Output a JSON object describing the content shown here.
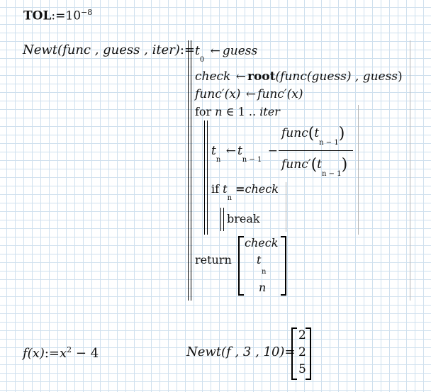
{
  "tol": {
    "name": "TOL",
    "assign": ":=",
    "base": "10",
    "exp": "−8"
  },
  "newt": {
    "lhs_name": "Newt",
    "lhs_args": "(func , guess , iter)",
    "assign": ":=",
    "l1": {
      "var": "t",
      "sub": "0",
      "arrow": "←",
      "rhs": "guess"
    },
    "l2": {
      "var": "check",
      "arrow": "←",
      "fn": "root",
      "args_1": "(func(guess) , ",
      "args_2": "guess",
      "args_3": ")"
    },
    "l3": {
      "lhs": "func′(x)",
      "arrow": "←",
      "rhs": "func′(x)"
    },
    "l4": {
      "kw": "for",
      "var": "n",
      "op": "∈",
      "range_start": "1",
      "dots": "..",
      "range_end": "iter"
    },
    "l5": {
      "var": "t",
      "sub": "n",
      "arrow": "←",
      "t": "t",
      "sub2": "n − 1",
      "minus": "−",
      "num_fn": "func",
      "num_open": "(",
      "num_t": "t",
      "num_sub": "n − 1",
      "num_close": ")",
      "den_fn": "func′",
      "den_open": "(",
      "den_t": "t",
      "den_sub": "n − 1",
      "den_close": ")"
    },
    "l6": {
      "kw": "if",
      "var": "t",
      "sub": "n",
      "eq": "=",
      "rhs": "check"
    },
    "l7": {
      "kw": "break"
    },
    "l8": {
      "kw": "return",
      "v1": "check",
      "v2": "t",
      "v2_sub": "n",
      "v3": "n"
    }
  },
  "fdef": {
    "lhs": "f(x)",
    "assign": ":=",
    "base": "x",
    "exp": "2",
    "rest": " − 4"
  },
  "eval": {
    "lhs": "Newt(f , 3 , 10)",
    "eq": "=",
    "results": [
      "2",
      "2",
      "5"
    ]
  }
}
